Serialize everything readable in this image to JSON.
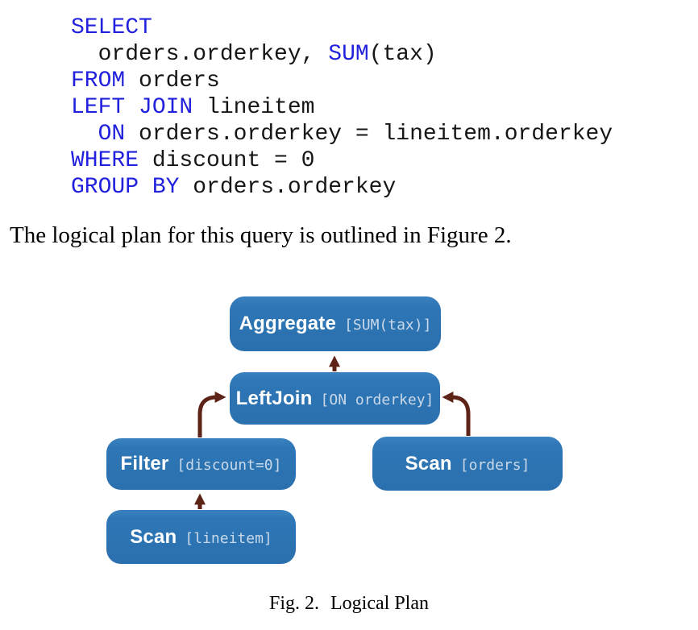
{
  "colors": {
    "keyword_blue": "#2121dd",
    "code_text": "#161616",
    "node_fill": "#2e76b6",
    "node_label": "#ffffff",
    "node_annotation": "#c9d9ea",
    "arrow_brown": "#5c2316",
    "background": "#ffffff"
  },
  "sql": {
    "lines": [
      {
        "segments": [
          {
            "type": "kw",
            "text": "SELECT"
          }
        ]
      },
      {
        "segments": [
          {
            "type": "plain",
            "text": "  orders.orderkey, "
          },
          {
            "type": "kw",
            "text": "SUM"
          },
          {
            "type": "plain",
            "text": "(tax)"
          }
        ]
      },
      {
        "segments": [
          {
            "type": "kw",
            "text": "FROM"
          },
          {
            "type": "plain",
            "text": " orders"
          }
        ]
      },
      {
        "segments": [
          {
            "type": "kw",
            "text": "LEFT JOIN"
          },
          {
            "type": "plain",
            "text": " lineitem"
          }
        ]
      },
      {
        "segments": [
          {
            "type": "plain",
            "text": "  "
          },
          {
            "type": "kw",
            "text": "ON"
          },
          {
            "type": "plain",
            "text": " orders.orderkey = lineitem.orderkey"
          }
        ]
      },
      {
        "segments": [
          {
            "type": "kw",
            "text": "WHERE"
          },
          {
            "type": "plain",
            "text": " discount = 0"
          }
        ]
      },
      {
        "segments": [
          {
            "type": "kw",
            "text": "GROUP BY"
          },
          {
            "type": "plain",
            "text": " orders.orderkey"
          }
        ]
      }
    ]
  },
  "paragraph": "The logical plan for this query is outlined in Figure 2.",
  "figure": {
    "caption_prefix": "Fig. 2.",
    "caption_text": "Logical Plan",
    "nodes": [
      {
        "id": "aggregate",
        "label": "Aggregate",
        "annotation": "[SUM(tax)]"
      },
      {
        "id": "leftjoin",
        "label": "LeftJoin",
        "annotation": "[ON orderkey]"
      },
      {
        "id": "filter",
        "label": "Filter",
        "annotation": "[discount=0]"
      },
      {
        "id": "scan-orders",
        "label": "Scan",
        "annotation": "[orders]"
      },
      {
        "id": "scan-lineitem",
        "label": "Scan",
        "annotation": "[lineitem]"
      }
    ],
    "edges": [
      {
        "from": "scan-lineitem",
        "to": "filter"
      },
      {
        "from": "filter",
        "to": "leftjoin"
      },
      {
        "from": "scan-orders",
        "to": "leftjoin"
      },
      {
        "from": "leftjoin",
        "to": "aggregate"
      }
    ]
  }
}
